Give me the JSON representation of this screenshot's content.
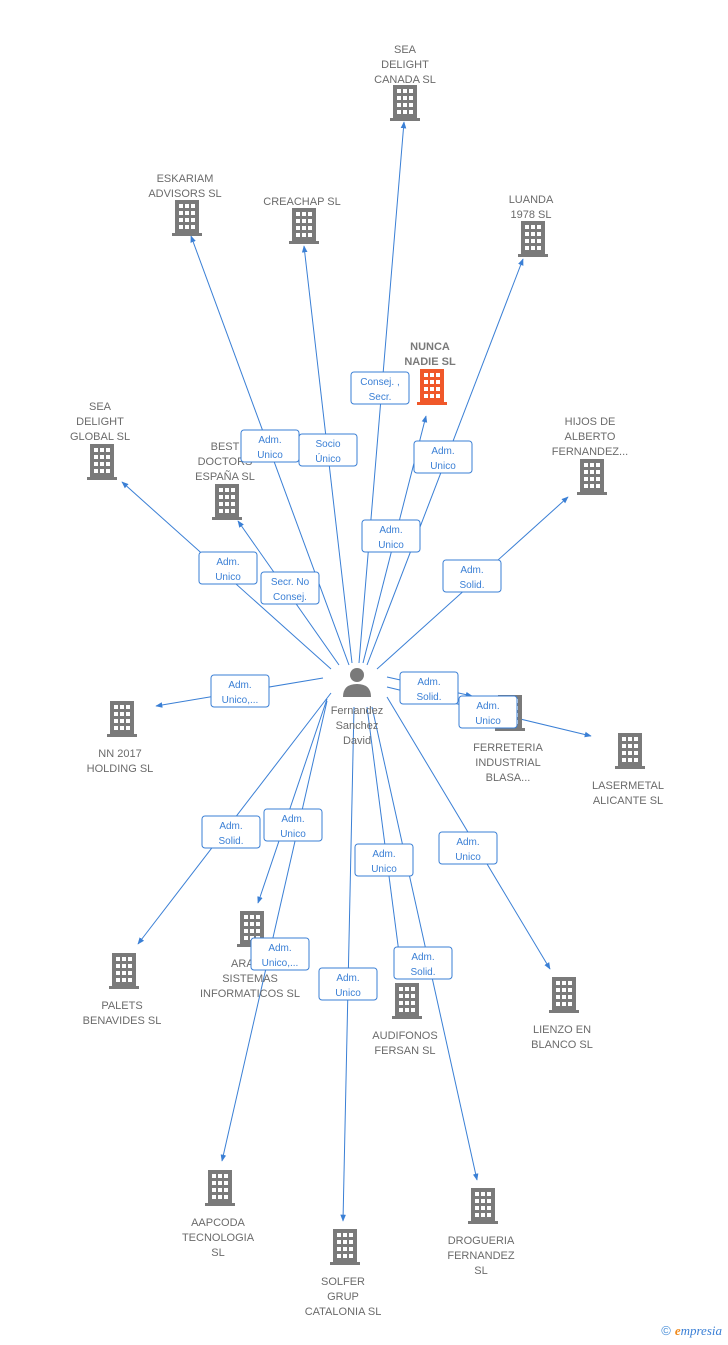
{
  "center": {
    "name_lines": [
      "Fernandez",
      "Sanchez",
      "David"
    ]
  },
  "colors": {
    "edge": "#3a7fd5",
    "node": "#7a7a7a",
    "highlight": "#f0582a"
  },
  "companies": [
    {
      "id": "sea-delight-canada",
      "lines": [
        "SEA",
        "DELIGHT",
        "CANADA SL"
      ]
    },
    {
      "id": "eskariam",
      "lines": [
        "ESKARIAM",
        "ADVISORS  SL"
      ]
    },
    {
      "id": "creachap",
      "lines": [
        "CREACHAP SL"
      ]
    },
    {
      "id": "luanda",
      "lines": [
        "LUANDA",
        "1978  SL"
      ]
    },
    {
      "id": "nunca-nadie",
      "lines": [
        "NUNCA",
        "NADIE  SL"
      ],
      "highlight": true
    },
    {
      "id": "sea-delight-global",
      "lines": [
        "SEA",
        "DELIGHT",
        "GLOBAL  SL"
      ]
    },
    {
      "id": "best-doctors",
      "lines": [
        "BEST",
        "DOCTORS",
        "ESPAÑA SL"
      ]
    },
    {
      "id": "hijos-alberto",
      "lines": [
        "HIJOS DE",
        "ALBERTO",
        "FERNANDEZ..."
      ]
    },
    {
      "id": "nn-2017",
      "lines": [
        "NN 2017",
        "HOLDING  SL"
      ]
    },
    {
      "id": "ferreteria",
      "lines": [
        "FERRETERIA",
        "INDUSTRIAL",
        "BLASA..."
      ]
    },
    {
      "id": "lasermetal",
      "lines": [
        "LASERMETAL",
        "ALICANTE SL"
      ]
    },
    {
      "id": "palets",
      "lines": [
        "PALETS",
        "BENAVIDES  SL"
      ]
    },
    {
      "id": "arana",
      "lines": [
        "ARANA",
        "SISTEMAS",
        "INFORMATICOS SL"
      ]
    },
    {
      "id": "audifonos",
      "lines": [
        "AUDIFONOS",
        "FERSAN  SL"
      ]
    },
    {
      "id": "lienzo",
      "lines": [
        "LIENZO EN",
        "BLANCO  SL"
      ]
    },
    {
      "id": "aapcoda",
      "lines": [
        "AAPCODA",
        "TECNOLOGIA",
        "SL"
      ]
    },
    {
      "id": "solfer",
      "lines": [
        "SOLFER",
        "GRUP",
        "CATALONIA  SL"
      ]
    },
    {
      "id": "drogueria",
      "lines": [
        "DROGUERIA",
        "FERNANDEZ",
        "SL"
      ]
    }
  ],
  "relations": [
    {
      "to": "sea-delight-canada",
      "lines": [
        "Consej. ,",
        "Secr."
      ]
    },
    {
      "to": "eskariam",
      "lines": [
        "Adm.",
        "Unico"
      ]
    },
    {
      "to": "creachap",
      "lines": [
        "Socio",
        "Único"
      ]
    },
    {
      "to": "luanda",
      "lines": [
        "Adm.",
        "Unico"
      ]
    },
    {
      "to": "nunca-nadie",
      "lines": [
        "Adm.",
        "Unico"
      ]
    },
    {
      "to": "sea-delight-global",
      "lines": [
        "Adm.",
        "Unico"
      ]
    },
    {
      "to": "best-doctors",
      "lines": [
        "Secr.  No",
        "Consej."
      ]
    },
    {
      "to": "hijos-alberto",
      "lines": [
        "Adm.",
        "Solid."
      ]
    },
    {
      "to": "nn-2017",
      "lines": [
        "Adm.",
        "Unico,..."
      ]
    },
    {
      "to": "ferreteria",
      "lines": [
        "Adm.",
        "Solid."
      ]
    },
    {
      "to": "lasermetal",
      "lines": [
        "Adm.",
        "Unico"
      ]
    },
    {
      "to": "palets",
      "lines": [
        "Adm.",
        "Solid."
      ]
    },
    {
      "to": "arana",
      "lines": [
        "Adm.",
        "Unico"
      ]
    },
    {
      "to": "aapcoda",
      "lines": [
        "Adm.",
        "Unico,..."
      ]
    },
    {
      "to": "audifonos",
      "lines": [
        "Adm.",
        "Unico"
      ]
    },
    {
      "to": "drogueria",
      "lines": [
        "Adm.",
        "Solid."
      ]
    },
    {
      "to": "lienzo",
      "lines": [
        "Adm.",
        "Unico"
      ]
    },
    {
      "to": "solfer",
      "lines": [
        "Adm.",
        "Unico"
      ]
    }
  ],
  "brand": {
    "copyright": "©",
    "initial": "e",
    "rest": "mpresia"
  }
}
